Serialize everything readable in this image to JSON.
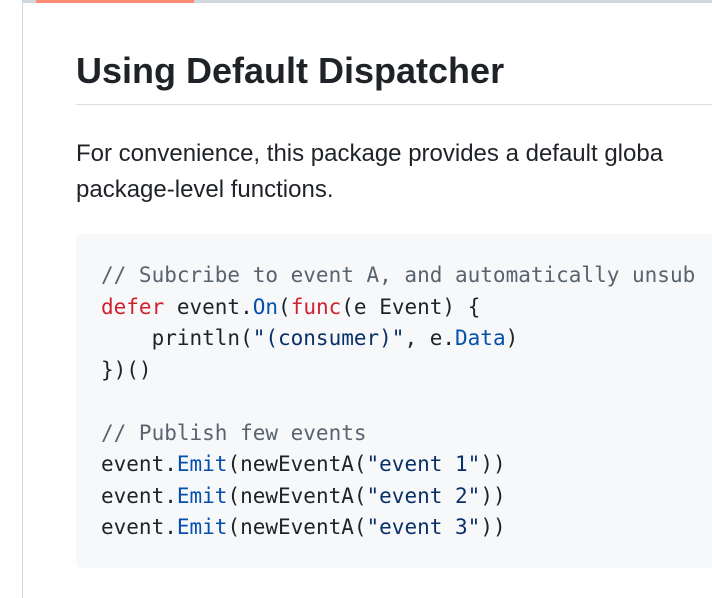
{
  "heading": "Using Default Dispatcher",
  "intro": {
    "line1": "For convenience, this package provides a default globa",
    "line2": "package-level functions."
  },
  "code": {
    "l1_comment": "// Subcribe to event A, and automatically unsub",
    "l2_kw_defer": "defer",
    "l2_a": " event.",
    "l2_on": "On",
    "l2_paren": "(",
    "l2_kw_func": "func",
    "l2_b": "(e Event) {",
    "l3_a": "    println(",
    "l3_str": "\"(consumer)\"",
    "l3_b": ", e.",
    "l3_data": "Data",
    "l3_c": ")",
    "l4": "})()",
    "l6_comment": "// Publish few events",
    "emit_obj": "event.",
    "emit_fn": "Emit",
    "emit_call": "(newEventA(",
    "emit_str1": "\"event 1\"",
    "emit_str2": "\"event 2\"",
    "emit_str3": "\"event 3\"",
    "emit_close": "))"
  },
  "colors": {
    "tab_underline": "#fd8c73",
    "comment": "#59636e",
    "keyword": "#cf222e",
    "function": "#0550ae",
    "string": "#0a3069",
    "code_bg": "#f6f8fa"
  }
}
